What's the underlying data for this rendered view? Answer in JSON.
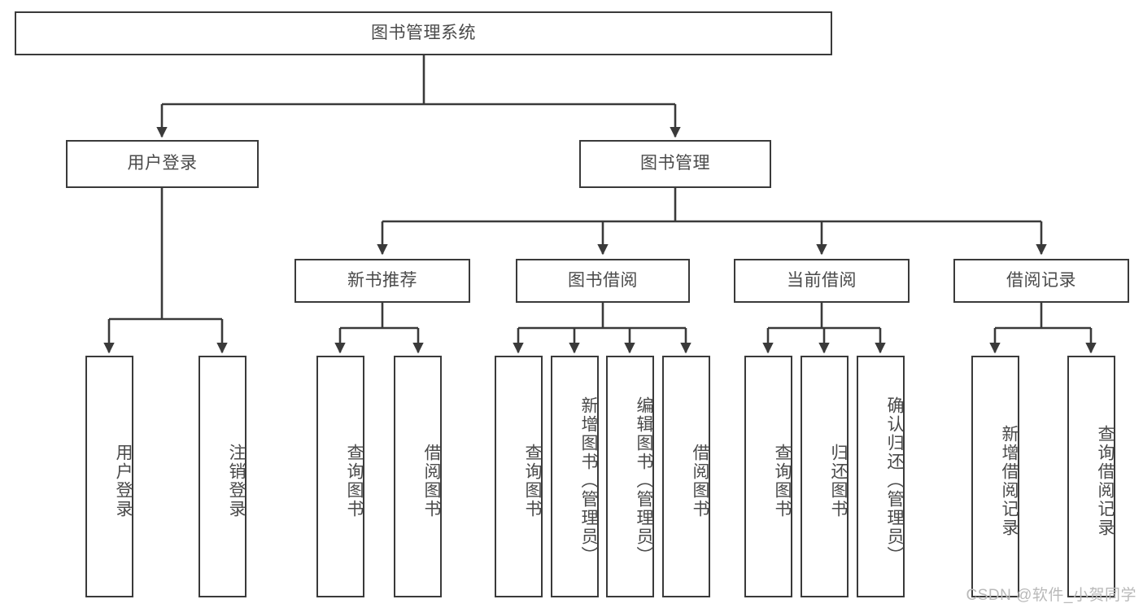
{
  "diagram": {
    "type": "tree",
    "title": "图书管理系统",
    "orientation": "top-down",
    "colors": {
      "border": "#3a3a3a",
      "fill": "#ffffff",
      "text": "#4a4a4a",
      "edge": "#3a3a3a",
      "watermark": "#b9b9b9"
    },
    "nodes": {
      "root": {
        "label": "图书管理系统",
        "level": 0,
        "orientation": "horizontal"
      },
      "l1": [
        {
          "id": "user_login",
          "label": "用户登录",
          "level": 1,
          "orientation": "horizontal"
        },
        {
          "id": "book_mgmt",
          "label": "图书管理",
          "level": 1,
          "orientation": "horizontal"
        }
      ],
      "l2": [
        {
          "id": "new_book_rec",
          "label": "新书推荐",
          "level": 2,
          "orientation": "horizontal",
          "parent": "book_mgmt"
        },
        {
          "id": "book_borrow",
          "label": "图书借阅",
          "level": 2,
          "orientation": "horizontal",
          "parent": "book_mgmt"
        },
        {
          "id": "current_borrow",
          "label": "当前借阅",
          "level": 2,
          "orientation": "horizontal",
          "parent": "book_mgmt"
        },
        {
          "id": "borrow_record",
          "label": "借阅记录",
          "level": 2,
          "orientation": "horizontal",
          "parent": "book_mgmt"
        }
      ],
      "leaves": [
        {
          "id": "leaf_user_login",
          "label": "用户登录",
          "orientation": "vertical",
          "parent": "user_login"
        },
        {
          "id": "leaf_logout",
          "label": "注销登录",
          "orientation": "vertical",
          "parent": "user_login"
        },
        {
          "id": "leaf_query_book_1",
          "label": "查询图书",
          "orientation": "vertical",
          "parent": "new_book_rec"
        },
        {
          "id": "leaf_borrow_book_1",
          "label": "借阅图书",
          "orientation": "vertical",
          "parent": "new_book_rec"
        },
        {
          "id": "leaf_query_book_2",
          "label": "查询图书",
          "orientation": "vertical",
          "parent": "book_borrow"
        },
        {
          "id": "leaf_add_book",
          "label": "新增图书（管理员）",
          "orientation": "vertical",
          "parent": "book_borrow"
        },
        {
          "id": "leaf_edit_book",
          "label": "编辑图书（管理员）",
          "orientation": "vertical",
          "parent": "book_borrow"
        },
        {
          "id": "leaf_borrow_book_2",
          "label": "借阅图书",
          "orientation": "vertical",
          "parent": "book_borrow"
        },
        {
          "id": "leaf_query_book_3",
          "label": "查询图书",
          "orientation": "vertical",
          "parent": "current_borrow"
        },
        {
          "id": "leaf_return_book",
          "label": "归还图书",
          "orientation": "vertical",
          "parent": "current_borrow"
        },
        {
          "id": "leaf_confirm_return",
          "label": "确认归还（管理员）",
          "orientation": "vertical",
          "parent": "current_borrow"
        },
        {
          "id": "leaf_add_record",
          "label": "新增借阅记录",
          "orientation": "vertical",
          "parent": "borrow_record"
        },
        {
          "id": "leaf_query_record",
          "label": "查询借阅记录",
          "orientation": "vertical",
          "parent": "borrow_record"
        }
      ]
    }
  },
  "watermark": {
    "text": "CSDN @软件_小贺同学"
  }
}
